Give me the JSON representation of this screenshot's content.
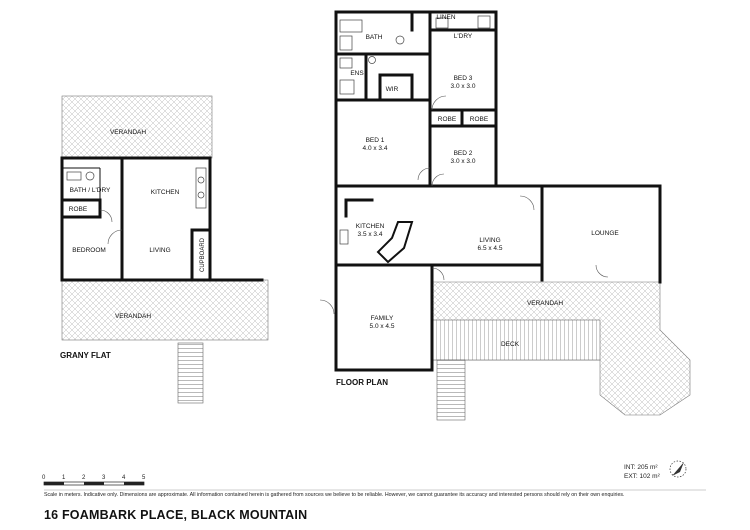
{
  "address": "16 FOAMBARK PLACE, BLACK MOUNTAIN",
  "disclaimer": "Scale in meters. Indicative only. Dimensions are approximate. All information contained herein is gathered from sources we believe to be reliable. However, we cannot guarantee its accuracy and interested persons should rely on their own enquiries.",
  "areas": {
    "internal": "INT: 205 m²",
    "external": "EXT: 102 m²"
  },
  "scale": {
    "ticks": [
      "0",
      "1",
      "2",
      "3",
      "4",
      "5"
    ]
  },
  "granny_flat": {
    "title": "GRANY FLAT",
    "rooms": {
      "verandah_top": "VERANDAH",
      "bath_laundry": "BATH / L'DRY",
      "kitchen": "KITCHEN",
      "robe": "ROBE",
      "bedroom": "BEDROOM",
      "living": "LIVING",
      "cupboard": "CUPBOARD",
      "verandah_bottom": "VERANDAH"
    }
  },
  "floor_plan": {
    "title": "FLOOR PLAN",
    "rooms": {
      "bath": "BATH",
      "linen": "LINEN",
      "laundry": "L'DRY",
      "ensuite": "ENS",
      "wir": "WIR",
      "bed3": "BED 3",
      "bed3_dim": "3.0 x 3.0",
      "robe1": "ROBE",
      "robe2": "ROBE",
      "bed1": "BED 1",
      "bed1_dim": "4.0 x 3.4",
      "bed2": "BED 2",
      "bed2_dim": "3.0 x 3.0",
      "kitchen": "KITCHEN",
      "kitchen_dim": "3.5 x 3.4",
      "living": "LIVING",
      "living_dim": "6.5 x 4.5",
      "lounge": "LOUNGE",
      "verandah": "VERANDAH",
      "deck": "DECK",
      "family": "FAMILY",
      "family_dim": "5.0 x 4.5"
    }
  }
}
